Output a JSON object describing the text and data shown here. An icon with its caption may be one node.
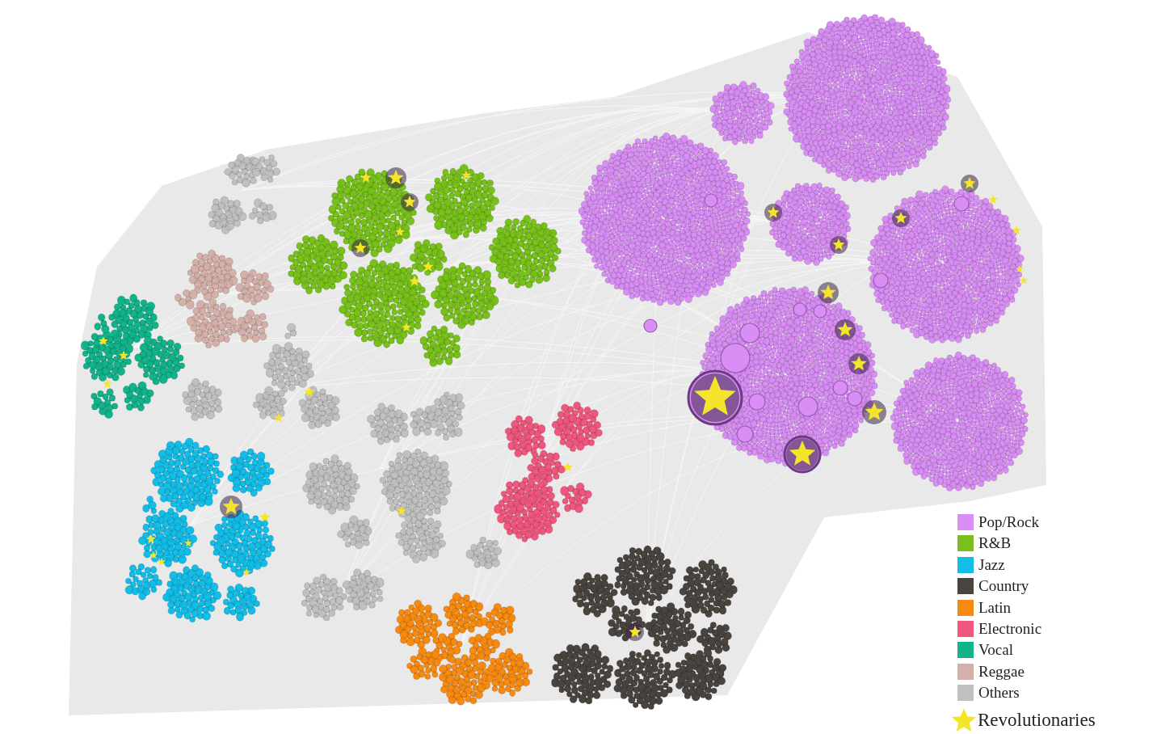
{
  "diagram": {
    "legend": [
      {
        "text": "Pop/Rock",
        "color": "#d98ef5"
      },
      {
        "text": "R&B",
        "color": "#77c11a"
      },
      {
        "text": "Jazz",
        "color": "#12bde8"
      },
      {
        "text": "Country",
        "color": "#4a443f"
      },
      {
        "text": "Latin",
        "color": "#f78a10"
      },
      {
        "text": "Electronic",
        "color": "#f0577f"
      },
      {
        "text": "Vocal",
        "color": "#10b38a"
      },
      {
        "text": "Reggae",
        "color": "#d4b0a8"
      },
      {
        "text": "Others",
        "color": "#c0c0c0"
      },
      {
        "text": "Revolutionaries"
      }
    ]
  }
}
